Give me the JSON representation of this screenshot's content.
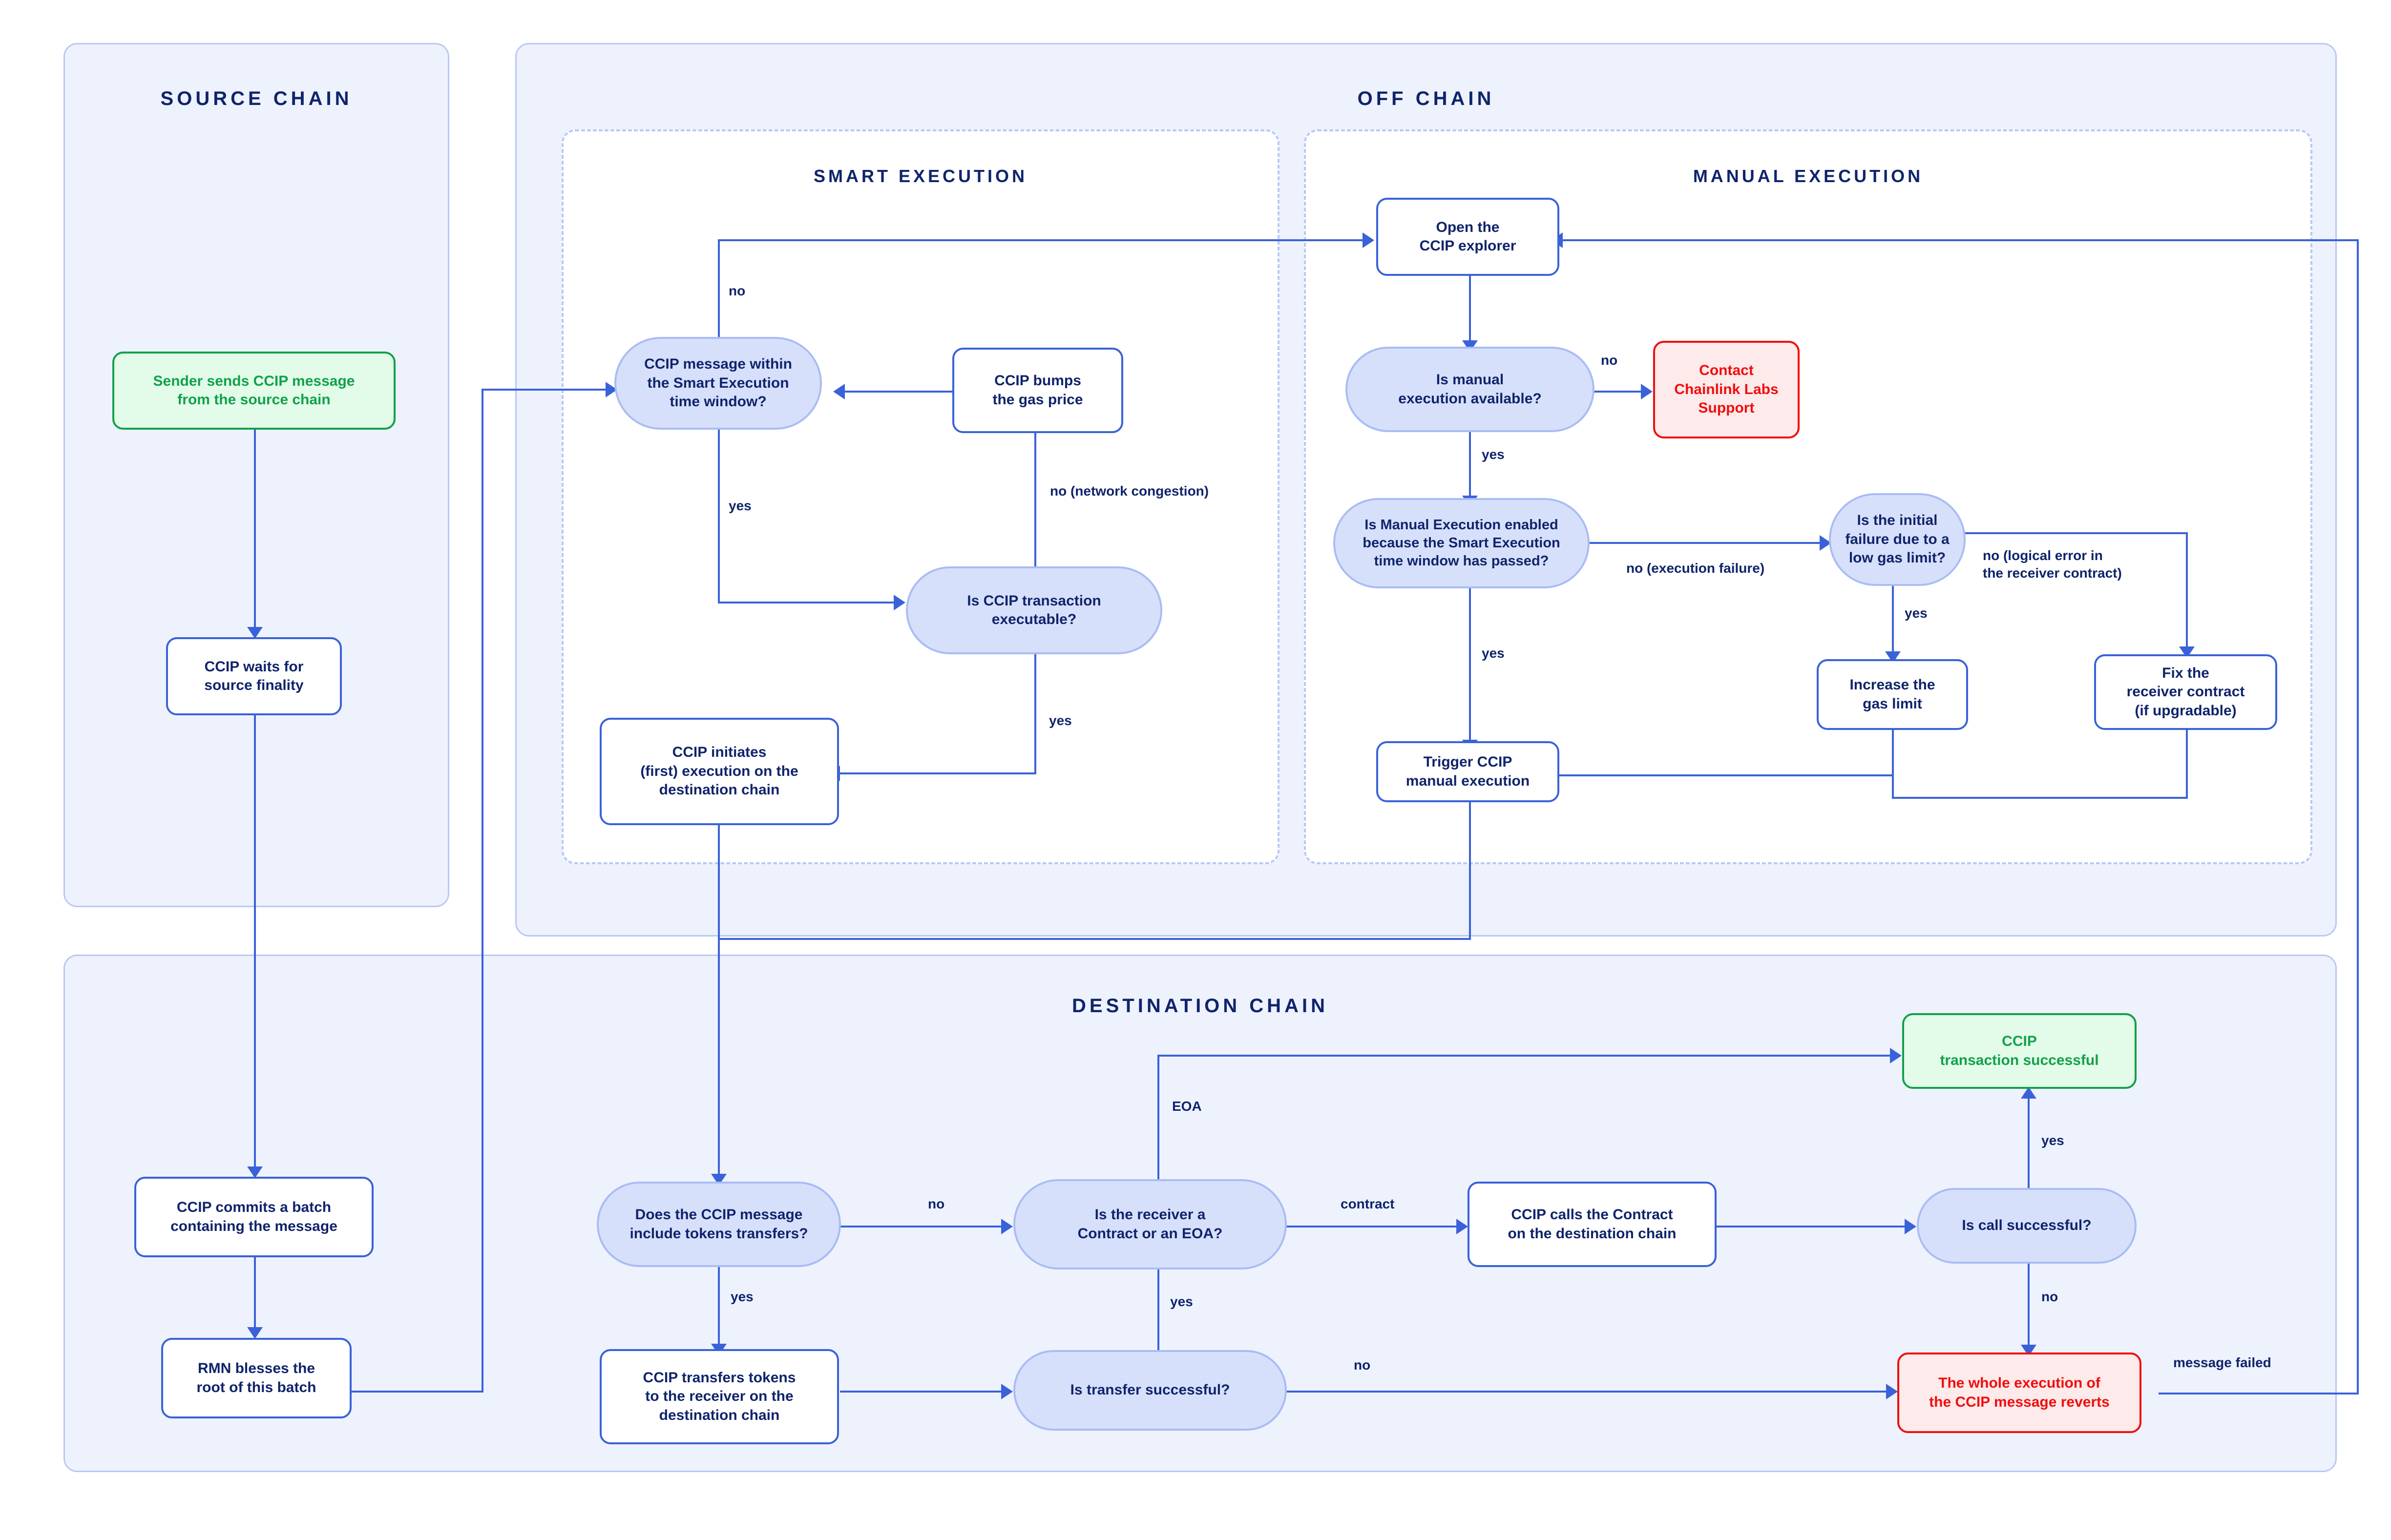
{
  "lanes": {
    "source_chain": "SOURCE CHAIN",
    "off_chain": "OFF CHAIN",
    "destination_chain": "DESTINATION CHAIN"
  },
  "sublanes": {
    "smart_execution": "SMART EXECUTION",
    "manual_execution": "MANUAL EXECUTION"
  },
  "nodes": {
    "sender_sends": "Sender sends CCIP message\nfrom the source chain",
    "waits_finality": "CCIP waits for\nsource finality",
    "commits_batch": "CCIP commits a batch\ncontaining the message",
    "rmn_blesses": "RMN blesses the\nroot of this batch",
    "within_window": "CCIP message within\nthe Smart Execution\ntime window?",
    "bumps_gas": "CCIP bumps\nthe gas price",
    "tx_executable": "Is CCIP transaction\nexecutable?",
    "initiates_exec": "CCIP initiates\n(first) execution on the\ndestination chain",
    "open_explorer": "Open the\nCCIP explorer",
    "manual_available": "Is manual\nexecution available?",
    "contact_support": "Contact\nChainlink Labs\nSupport",
    "manual_enabled": "Is Manual Execution enabled\nbecause the Smart Execution\ntime window has passed?",
    "initial_failure": "Is the initial\nfailure due to a\nlow gas limit?",
    "increase_gas": "Increase the\ngas limit",
    "fix_receiver": "Fix the\nreceiver contract\n(if upgradable)",
    "trigger_manual": "Trigger CCIP\nmanual execution",
    "include_tokens": "Does the CCIP message\ninclude tokens transfers?",
    "transfers_tokens": "CCIP transfers tokens\nto the receiver on the\ndestination chain",
    "transfer_successful": "Is transfer successful?",
    "receiver_type": "Is the receiver a\nContract or an EOA?",
    "calls_contract": "CCIP calls the Contract\non the destination chain",
    "call_successful": "Is call successful?",
    "tx_successful": "CCIP\ntransaction successful",
    "whole_reverts": "The whole execution of\nthe CCIP message reverts"
  },
  "edge_labels": {
    "no_window": "no",
    "yes_window": "yes",
    "no_congestion": "no (network congestion)",
    "yes_executable": "yes",
    "no_manual": "no",
    "yes_manual": "yes",
    "no_exec_failure": "no (execution failure)",
    "yes_enabled": "yes",
    "no_logical_error": "no (logical error in\nthe receiver contract)",
    "yes_gas_limit": "yes",
    "no_tokens": "no",
    "yes_tokens": "yes",
    "eoa": "EOA",
    "contract": "contract",
    "yes_transfer": "yes",
    "no_transfer": "no",
    "yes_call": "yes",
    "no_call": "no",
    "message_failed": "message failed"
  },
  "colors": {
    "edge": "#3a62d8",
    "lane_fill": "#eef2fd",
    "lane_border": "#b9c8f5",
    "decision_fill": "#d7e0fb",
    "process_border": "#3a62d8",
    "text": "#10246b",
    "success": "#11a14a",
    "success_fill": "#e3fbe9",
    "error": "#f10d0d",
    "error_fill": "#fdeaea"
  }
}
